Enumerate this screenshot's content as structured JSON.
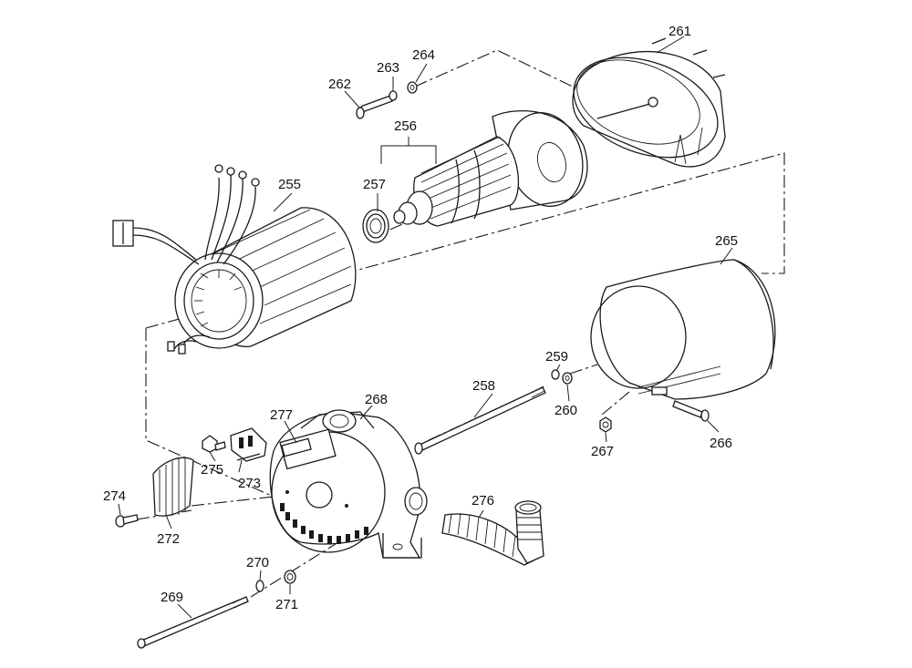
{
  "diagram": {
    "parts": [
      {
        "number": "255"
      },
      {
        "number": "256"
      },
      {
        "number": "257"
      },
      {
        "number": "258"
      },
      {
        "number": "259"
      },
      {
        "number": "260"
      },
      {
        "number": "261"
      },
      {
        "number": "262"
      },
      {
        "number": "263"
      },
      {
        "number": "264"
      },
      {
        "number": "265"
      },
      {
        "number": "266"
      },
      {
        "number": "267"
      },
      {
        "number": "268"
      },
      {
        "number": "269"
      },
      {
        "number": "270"
      },
      {
        "number": "271"
      },
      {
        "number": "272"
      },
      {
        "number": "273"
      },
      {
        "number": "274"
      },
      {
        "number": "275"
      },
      {
        "number": "276"
      },
      {
        "number": "277"
      }
    ]
  }
}
